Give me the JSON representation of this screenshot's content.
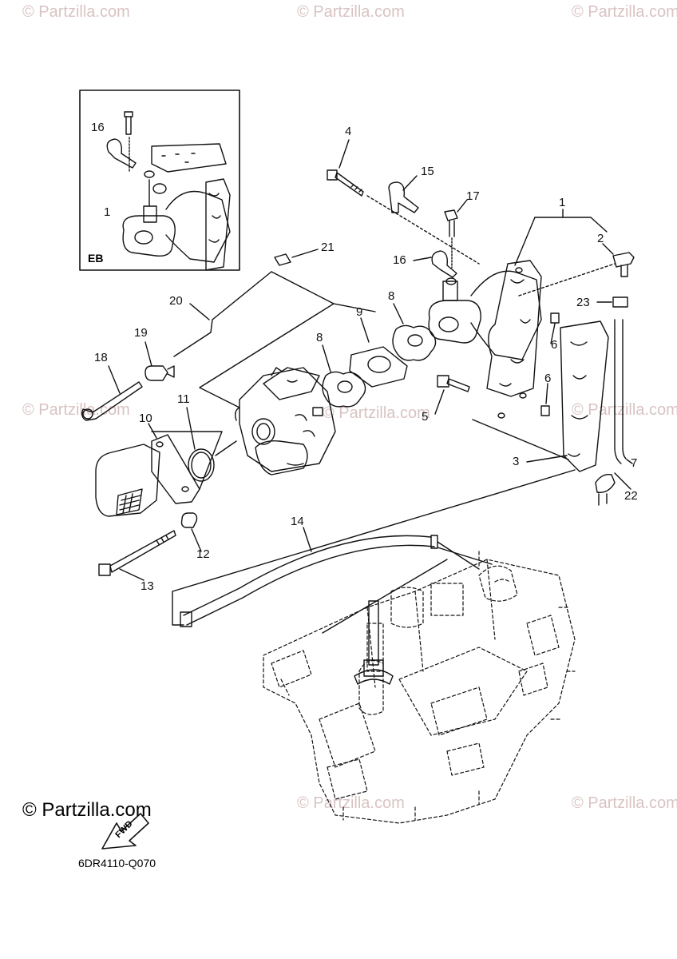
{
  "watermark": "© Partzilla.com",
  "copyright": "© Partzilla.com",
  "drawing_code": "6DR4110-Q070",
  "inset_label": "EB",
  "fwd_label": "FWD",
  "callouts": {
    "c1": "1",
    "c2": "2",
    "c3": "3",
    "c4": "4",
    "c5": "5",
    "c6a": "6",
    "c6b": "6",
    "c7": "7",
    "c8a": "8",
    "c8b": "8",
    "c9": "9",
    "c10": "10",
    "c11": "11",
    "c12": "12",
    "c13": "13",
    "c14": "14",
    "c15": "15",
    "c16": "16",
    "c17": "17",
    "c18": "18",
    "c19": "19",
    "c20": "20",
    "c21": "21",
    "c22": "22",
    "c23": "23",
    "inset1": "1",
    "inset16": "16"
  }
}
